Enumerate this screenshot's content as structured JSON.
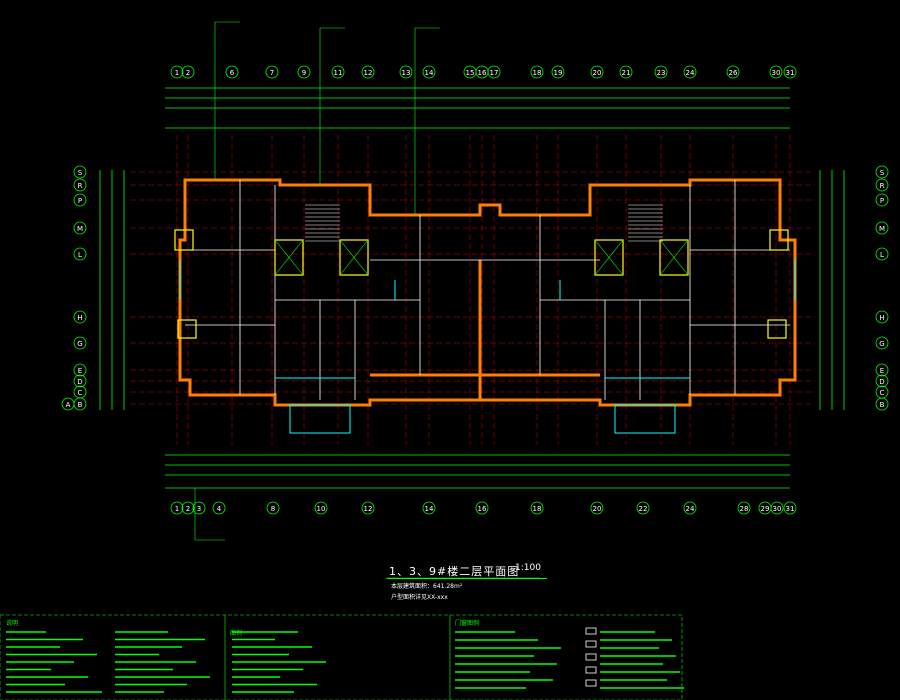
{
  "drawing": {
    "title": "1、3、9#楼二层平面图",
    "scale": "1:100",
    "subtitle_area": "本层建筑面积：641.28m²",
    "subtitle_note": "户型面积详见XX-xxx"
  },
  "grid_top_labels": [
    "1",
    "2",
    "6",
    "7",
    "9",
    "11",
    "12",
    "13",
    "14",
    "15",
    "16",
    "17",
    "18",
    "19",
    "20",
    "21",
    "23",
    "24",
    "26",
    "30",
    "31"
  ],
  "grid_bottom_labels": [
    "1",
    "2",
    "3",
    "4",
    "8",
    "10",
    "12",
    "14",
    "16",
    "18",
    "20",
    "22",
    "24",
    "28",
    "29",
    "30",
    "31"
  ],
  "grid_left_labels": [
    "S",
    "R",
    "P",
    "M",
    "L",
    "H",
    "G",
    "E",
    "D",
    "C",
    "B",
    "A"
  ],
  "grid_right_labels": [
    "S",
    "R",
    "P",
    "M",
    "L",
    "H",
    "G",
    "E",
    "D",
    "C",
    "B"
  ],
  "notes_heading": "说明",
  "legend_heading": "图例",
  "legend2_heading": "门窗图例",
  "colors": {
    "background": "#000000",
    "wall": "#ff8000",
    "line": "#00ff00",
    "cyan": "#00ffff",
    "yellow": "#ffff00",
    "red": "#ff0000",
    "white": "#ffffff",
    "magenta": "#ff00ff",
    "grey": "#808080"
  }
}
